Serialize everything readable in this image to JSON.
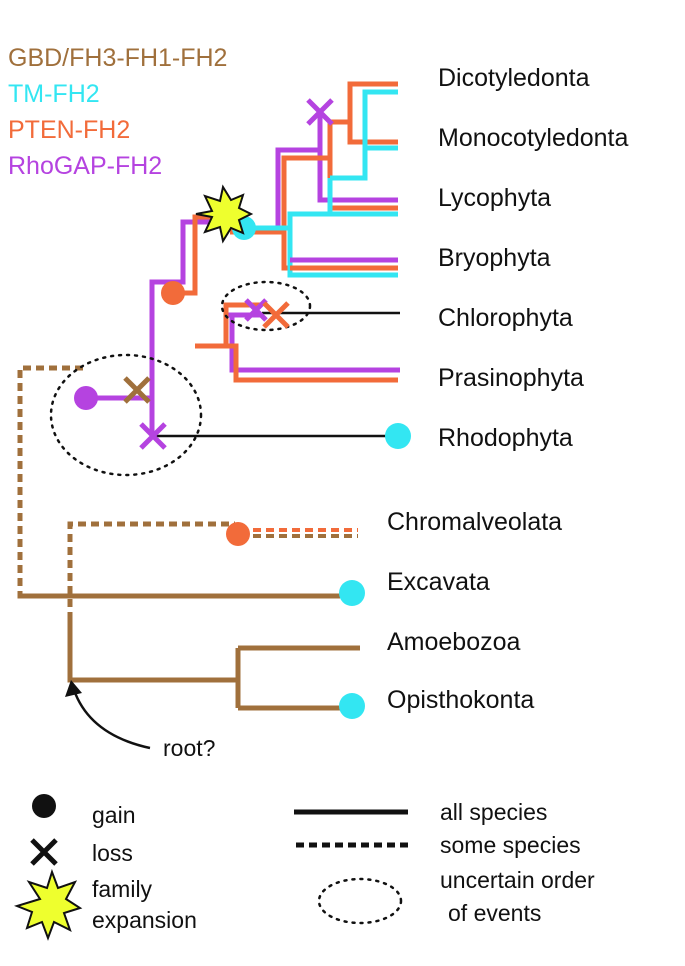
{
  "legend": {
    "families": [
      {
        "label": "GBD/FH3-FH1-FH2",
        "color": "#A0703C"
      },
      {
        "label": "TM-FH2",
        "color": "#33E6F2"
      },
      {
        "label": "PTEN-FH2",
        "color": "#F26B3A"
      },
      {
        "label": "RhoGAP-FH2",
        "color": "#B543E0"
      }
    ]
  },
  "taxa": {
    "dicotyledonta": "Dicotyledonta",
    "monocotyledonta": "Monocotyledonta",
    "lycophyta": "Lycophyta",
    "bryophyta": "Bryophyta",
    "chlorophyta": "Chlorophyta",
    "prasinophyta": "Prasinophyta",
    "rhodophyta": "Rhodophyta",
    "chromalveolata": "Chromalveolata",
    "excavata": "Excavata",
    "amoebozoa": "Amoebozoa",
    "opisthokonta": "Opisthokonta"
  },
  "root_label": "root?",
  "key": {
    "gain": "gain",
    "loss": "loss",
    "family_line1": "family",
    "family_line2": "expansion",
    "all_species": "all species",
    "some_species": "some species",
    "uncertain_line1": "uncertain order",
    "uncertain_line2": "of events"
  },
  "colors": {
    "gbd": "#A0703C",
    "tm": "#33E6F2",
    "pten": "#F26B3A",
    "rhogap": "#B543E0",
    "expansion_star": "#EEFF2E",
    "black": "#111111"
  }
}
